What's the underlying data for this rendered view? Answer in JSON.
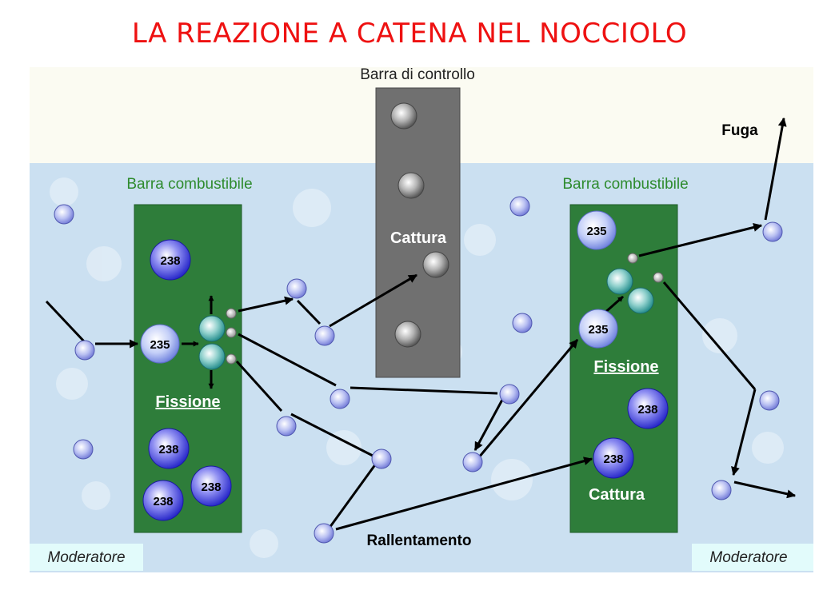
{
  "title": "LA REAZIONE A CATENA NEL NOCCIOLO",
  "labels": {
    "control_rod": "Barra di controllo",
    "fuel_rod_left": "Barra combustibile",
    "fuel_rod_right": "Barra combustibile",
    "capture_rod": "Cattura",
    "capture_right": "Cattura",
    "fission_left": "Fissione",
    "fission_right": "Fissione",
    "escape": "Fuga",
    "slowdown": "Rallentamento",
    "moderator_left": "Moderatore",
    "moderator_right": "Moderatore"
  },
  "nuclei": {
    "u238": "238",
    "u235": "235"
  },
  "colors": {
    "title": "#ee1111",
    "fuel_rod": "#2e7d3a",
    "control_rod": "#707070",
    "moderator": "#c8dff0",
    "label_green": "#2e8b2e"
  }
}
